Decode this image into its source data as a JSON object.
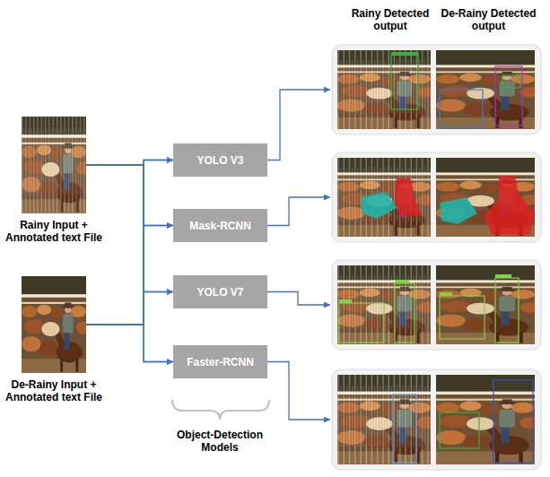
{
  "diagram": {
    "nodes": [
      {
        "text": [
          "Rainy Input + Annotated text File"
        ]
      },
      {
        "text": [
          "De-Rainy Input + Annotated text File"
        ]
      },
      {
        "text": [
          "YOLO V3"
        ]
      },
      {
        "text": [
          "Mask-RCNN"
        ]
      },
      {
        "text": [
          "YOLO V7"
        ]
      },
      {
        "text": [
          "Faster-RCNN"
        ]
      }
    ],
    "edges": [
      {
        "from": 0,
        "to": 2,
        "arrow": "to"
      },
      {
        "from": 0,
        "to": 3,
        "arrow": "to"
      },
      {
        "from": 0,
        "to": 4,
        "arrow": "to"
      },
      {
        "from": 0,
        "to": 5,
        "arrow": "to"
      },
      {
        "from": 1,
        "to": 2,
        "arrow": "to"
      },
      {
        "from": 1,
        "to": 3,
        "arrow": "to"
      },
      {
        "from": 1,
        "to": 4,
        "arrow": "to"
      },
      {
        "from": 1,
        "to": 5,
        "arrow": "to"
      }
    ],
    "labels": [
      "Rainy Detected output",
      "De-Rainy Detected output",
      "Object-Detection Models"
    ]
  }
}
